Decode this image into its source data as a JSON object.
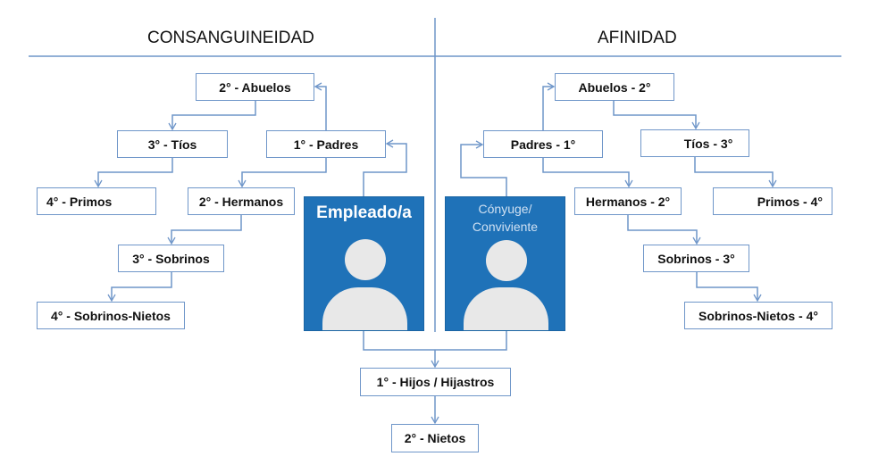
{
  "header": {
    "left_title": "CONSANGUINEIDAD",
    "right_title": "AFINIDAD"
  },
  "employee": {
    "label": "Empleado/a"
  },
  "spouse": {
    "label_line1": "Cónyuge/",
    "label_line2": "Conviviente"
  },
  "left": {
    "abuelos": "2° - Abuelos",
    "tios": "3° - Tíos",
    "padres": "1° - Padres",
    "primos": "4° - Primos",
    "hermanos": "2° - Hermanos",
    "sobrinos": "3° - Sobrinos",
    "sobrinos_nietos": "4° - Sobrinos-Nietos"
  },
  "right": {
    "abuelos": "Abuelos - 2°",
    "padres": "Padres - 1°",
    "tios": "Tíos - 3°",
    "hermanos": "Hermanos - 2°",
    "primos": "Primos - 4°",
    "sobrinos": "Sobrinos - 3°",
    "sobrinos_nietos": "Sobrinos-Nietos - 4°"
  },
  "bottom": {
    "hijos": "1° - Hijos / Hijastros",
    "nietos": "2° - Nietos"
  },
  "colors": {
    "line": "#6f96c9",
    "person_bg": "#1f72b8",
    "silhouette": "#e8e8e8"
  }
}
